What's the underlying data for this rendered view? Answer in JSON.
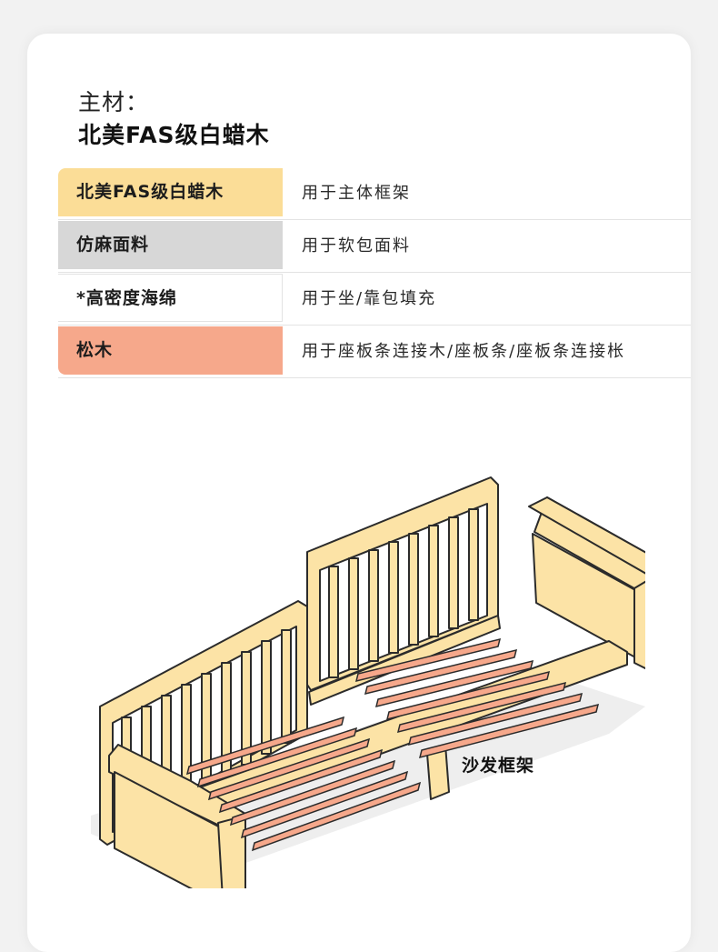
{
  "main": {
    "label": "主材：",
    "value": "北美FAS级白蜡木"
  },
  "materials": [
    {
      "name": "北美FAS级白蜡木",
      "use": "用于主体框架",
      "color": "#fbdd97"
    },
    {
      "name": "仿麻面料",
      "use": "用于软包面料",
      "color": "#d7d7d7"
    },
    {
      "name": "*高密度海绵",
      "use": "用于坐/靠包填充",
      "color": "#ffffff"
    },
    {
      "name": "松木",
      "use": "用于座板条连接木/座板条/座板条连接枨",
      "color": "#f6a88b"
    }
  ],
  "illustration": {
    "caption": "沙发框架",
    "wood_color": "#fce3a6",
    "slat_color": "#f6a88b"
  }
}
